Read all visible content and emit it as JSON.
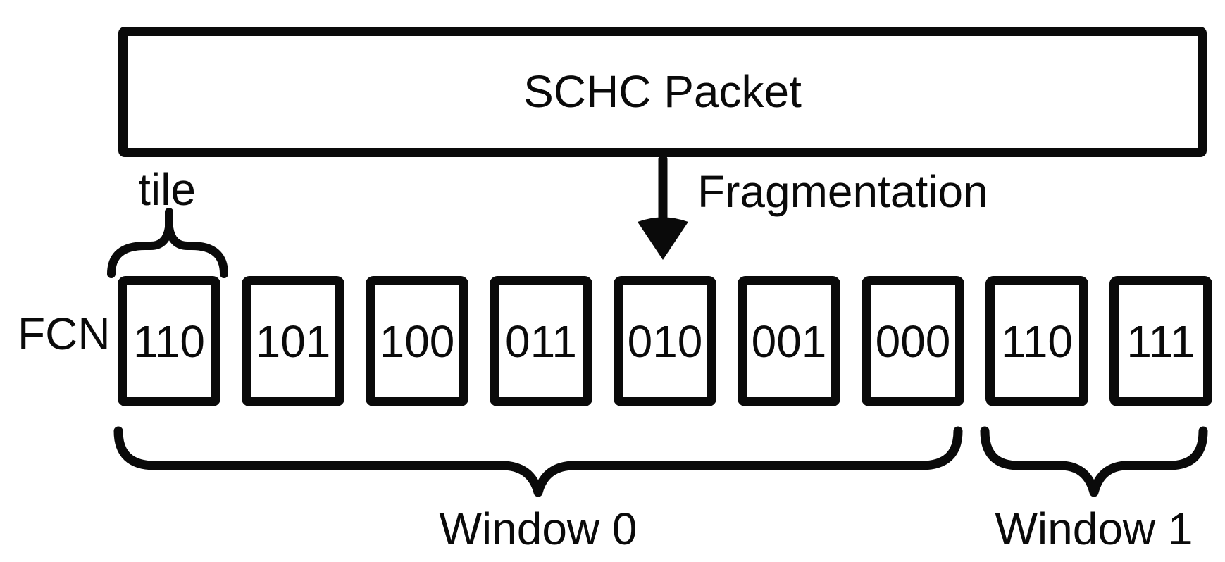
{
  "diagram": {
    "packet": {
      "label": "SCHC Packet"
    },
    "fragmentation_label": "Fragmentation",
    "tile_label": "tile",
    "fcn_label": "FCN",
    "fragments": [
      "110",
      "101",
      "100",
      "011",
      "010",
      "001",
      "000",
      "110",
      "111"
    ],
    "windows": [
      {
        "label": "Window 0",
        "tile_count": 7
      },
      {
        "label": "Window 1",
        "tile_count": 2
      }
    ],
    "colors": {
      "ink": "#0a0a0a",
      "background": "#ffffff"
    }
  }
}
